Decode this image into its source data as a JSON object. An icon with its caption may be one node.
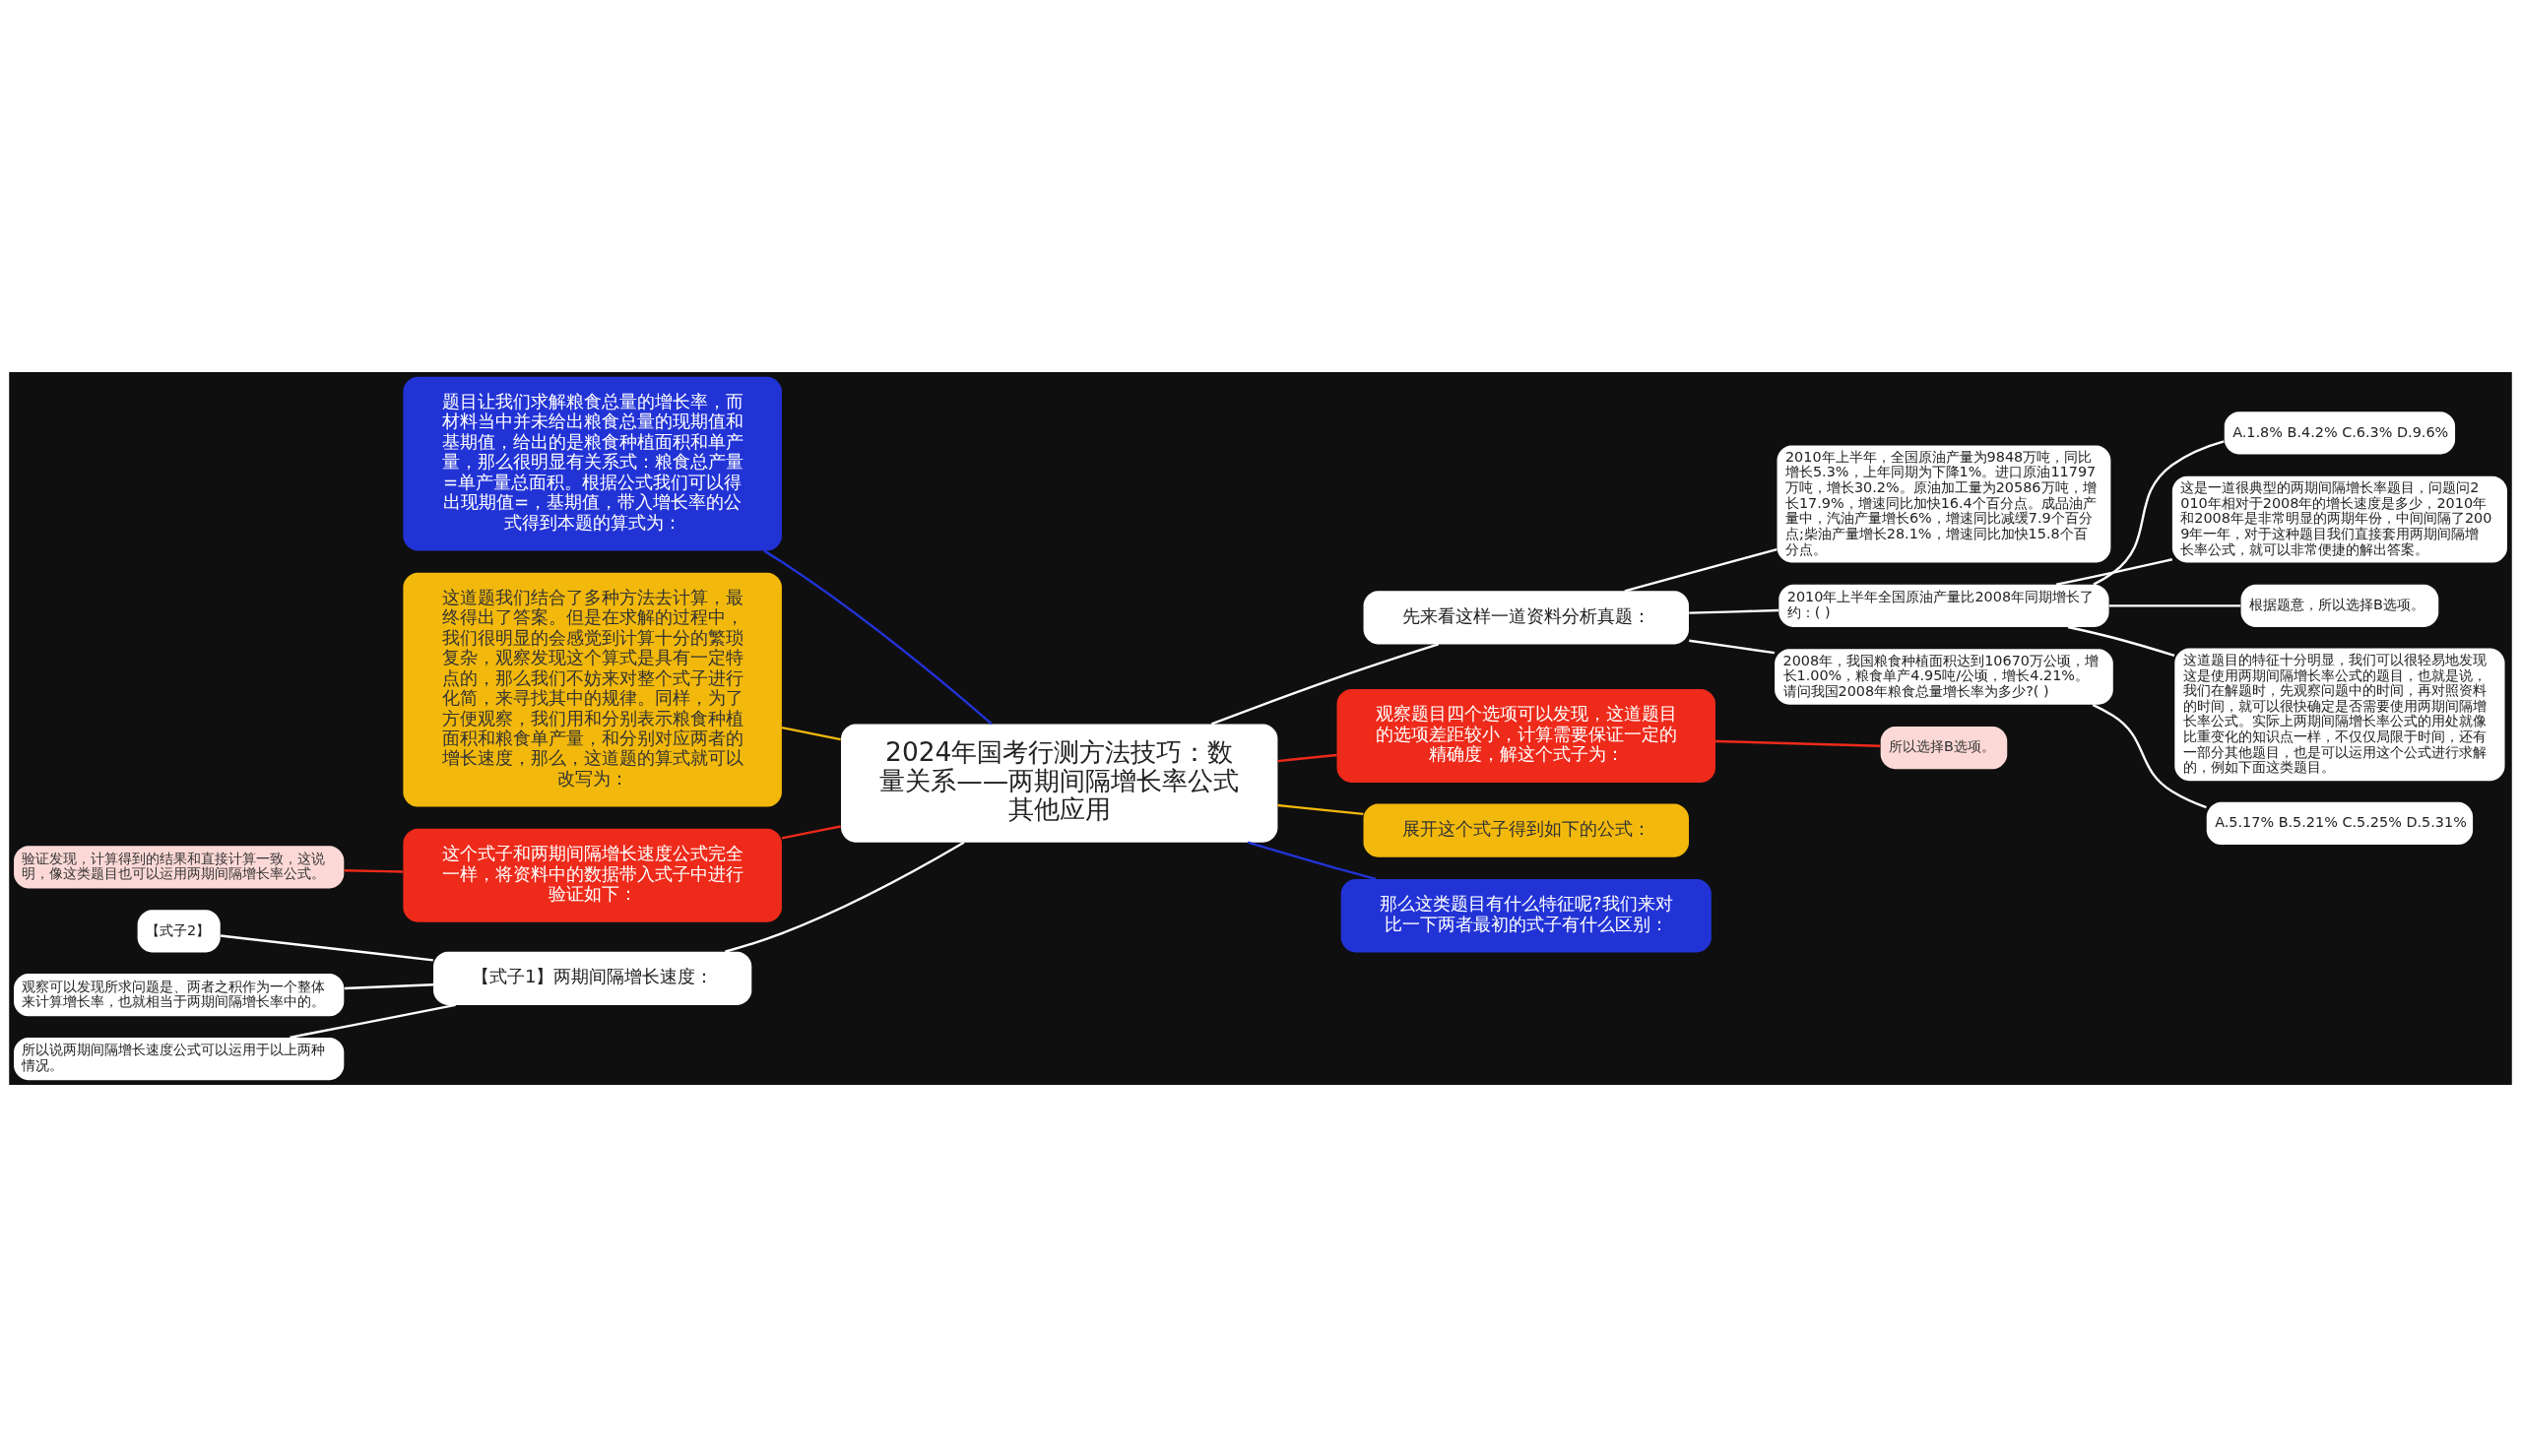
{
  "diagram": {
    "nodes": [
      {
        "text": [
          "2024年国考行测方法技巧：数量关系——两期间隔增长率公式其他应用"
        ]
      },
      {
        "text": [
          "先来看这样一道资料分析真题："
        ]
      },
      {
        "text": [
          "2010年上半年，全国原油产量为9848万吨，同比增长5.3%，上年同期为下降1%。进口原油11797万吨，增长30.2%。原油加工量为20586万吨，增长17.9%，增速同比加快16.4个百分点。成品油产量中，汽油产量增长6%，增速同比减缓7.9个百分点;柴油产量增长28.1%，增速同比加快15.8个百分点。"
        ]
      },
      {
        "text": [
          "2010年上半年全国原油产量比2008年同期增长了约：( )"
        ]
      },
      {
        "text": [
          "A.1.8% B.4.2% C.6.3% D.9.6%"
        ]
      },
      {
        "text": [
          "这是一道很典型的两期间隔增长率题目，问题问2010年相对于2008年的增长速度是多少，2010年和2008年是非常明显的两期年份，中间间隔了2009年一年，对于这种题目我们直接套用两期间隔增长率公式，就可以非常便捷的解出答案。"
        ]
      },
      {
        "text": [
          "根据题意，所以选择B选项。"
        ]
      },
      {
        "text": [
          "这道题目的特征十分明显，我们可以很轻易地发现这是使用两期间隔增长率公式的题目，也就是说，我们在解题时，先观察问题中的时间，再对照资料的时间，就可以很快确定是否需要使用两期间隔增长率公式。实际上两期间隔增长率公式的用处就像比重变化的知识点一样，不仅仅局限于时间，还有一部分其他题目，也是可以运用这个公式进行求解的，例如下面这类题目。"
        ]
      },
      {
        "text": [
          "2008年，我国粮食种植面积达到10670万公顷，增长1.00%，粮食单产4.95吨/公顷，增长4.21%。请问我国2008年粮食总量增长率为多少?( )"
        ]
      },
      {
        "text": [
          "A.5.17% B.5.21% C.5.25% D.5.31%"
        ]
      },
      {
        "text": [
          "观察题目四个选项可以发现，这道题目的选项差距较小，计算需要保证一定的精确度，解这个式子为："
        ]
      },
      {
        "text": [
          "所以选择B选项。"
        ]
      },
      {
        "text": [
          "展开这个式子得到如下的公式："
        ]
      },
      {
        "text": [
          "那么这类题目有什么特征呢?我们来对比一下两者最初的式子有什么区别："
        ]
      },
      {
        "text": [
          "题目让我们求解粮食总量的增长率，而材料当中并未给出粮食总量的现期值和基期值，给出的是粮食种植面积和单产量，那么很明显有关系式：粮食总产量=单产量总面积。根据公式我们可以得出现期值=，基期值，带入增长率的公式得到本题的算式为："
        ]
      },
      {
        "text": [
          "这道题我们结合了多种方法去计算，最终得出了答案。但是在求解的过程中，我们很明显的会感觉到计算十分的繁琐复杂，观察发现这个算式是具有一定特点的，那么我们不妨来对整个式子进行化简，来寻找其中的规律。同样，为了方便观察，我们用和分别表示粮食种植面积和粮食单产量，和分别对应两者的增长速度，那么，这道题的算式就可以改写为："
        ]
      },
      {
        "text": [
          "这个式子和两期间隔增长速度公式完全一样，将资料中的数据带入式子中进行验证如下："
        ]
      },
      {
        "text": [
          "验证发现，计算得到的结果和直接计算一致，这说明，像这类题目也可以运用两期间隔增长率公式。"
        ]
      },
      {
        "text": [
          "【式子1】两期间隔增长速度："
        ]
      },
      {
        "text": [
          "【式子2】"
        ]
      },
      {
        "text": [
          "观察可以发现所求问题是、两者之积作为一个整体来计算增长率，也就相当于两期间隔增长率中的。"
        ]
      },
      {
        "text": [
          "所以说两期间隔增长速度公式可以运用于以上两种情况。"
        ]
      }
    ],
    "edges": [
      {
        "from": 0,
        "to": 1,
        "arrow": "none"
      },
      {
        "from": 1,
        "to": 2,
        "arrow": "none"
      },
      {
        "from": 1,
        "to": 3,
        "arrow": "none"
      },
      {
        "from": 3,
        "to": 4,
        "arrow": "none"
      },
      {
        "from": 3,
        "to": 5,
        "arrow": "none"
      },
      {
        "from": 3,
        "to": 6,
        "arrow": "none"
      },
      {
        "from": 3,
        "to": 7,
        "arrow": "none"
      },
      {
        "from": 1,
        "to": 8,
        "arrow": "none"
      },
      {
        "from": 8,
        "to": 9,
        "arrow": "none"
      },
      {
        "from": 0,
        "to": 10,
        "arrow": "none",
        "color": "#ee2a1a"
      },
      {
        "from": 10,
        "to": 11,
        "arrow": "none",
        "color": "#ee2a1a"
      },
      {
        "from": 0,
        "to": 12,
        "arrow": "none",
        "color": "#f2b90c"
      },
      {
        "from": 0,
        "to": 13,
        "arrow": "none",
        "color": "#2233d6"
      },
      {
        "from": 0,
        "to": 14,
        "arrow": "none",
        "color": "#2233d6"
      },
      {
        "from": 0,
        "to": 15,
        "arrow": "none",
        "color": "#f2b90c"
      },
      {
        "from": 0,
        "to": 16,
        "arrow": "none",
        "color": "#ee2a1a"
      },
      {
        "from": 16,
        "to": 17,
        "arrow": "none",
        "color": "#ee2a1a"
      },
      {
        "from": 0,
        "to": 18,
        "arrow": "none"
      },
      {
        "from": 18,
        "to": 19,
        "arrow": "none"
      },
      {
        "from": 18,
        "to": 20,
        "arrow": "none"
      },
      {
        "from": 18,
        "to": 21,
        "arrow": "none"
      }
    ]
  }
}
